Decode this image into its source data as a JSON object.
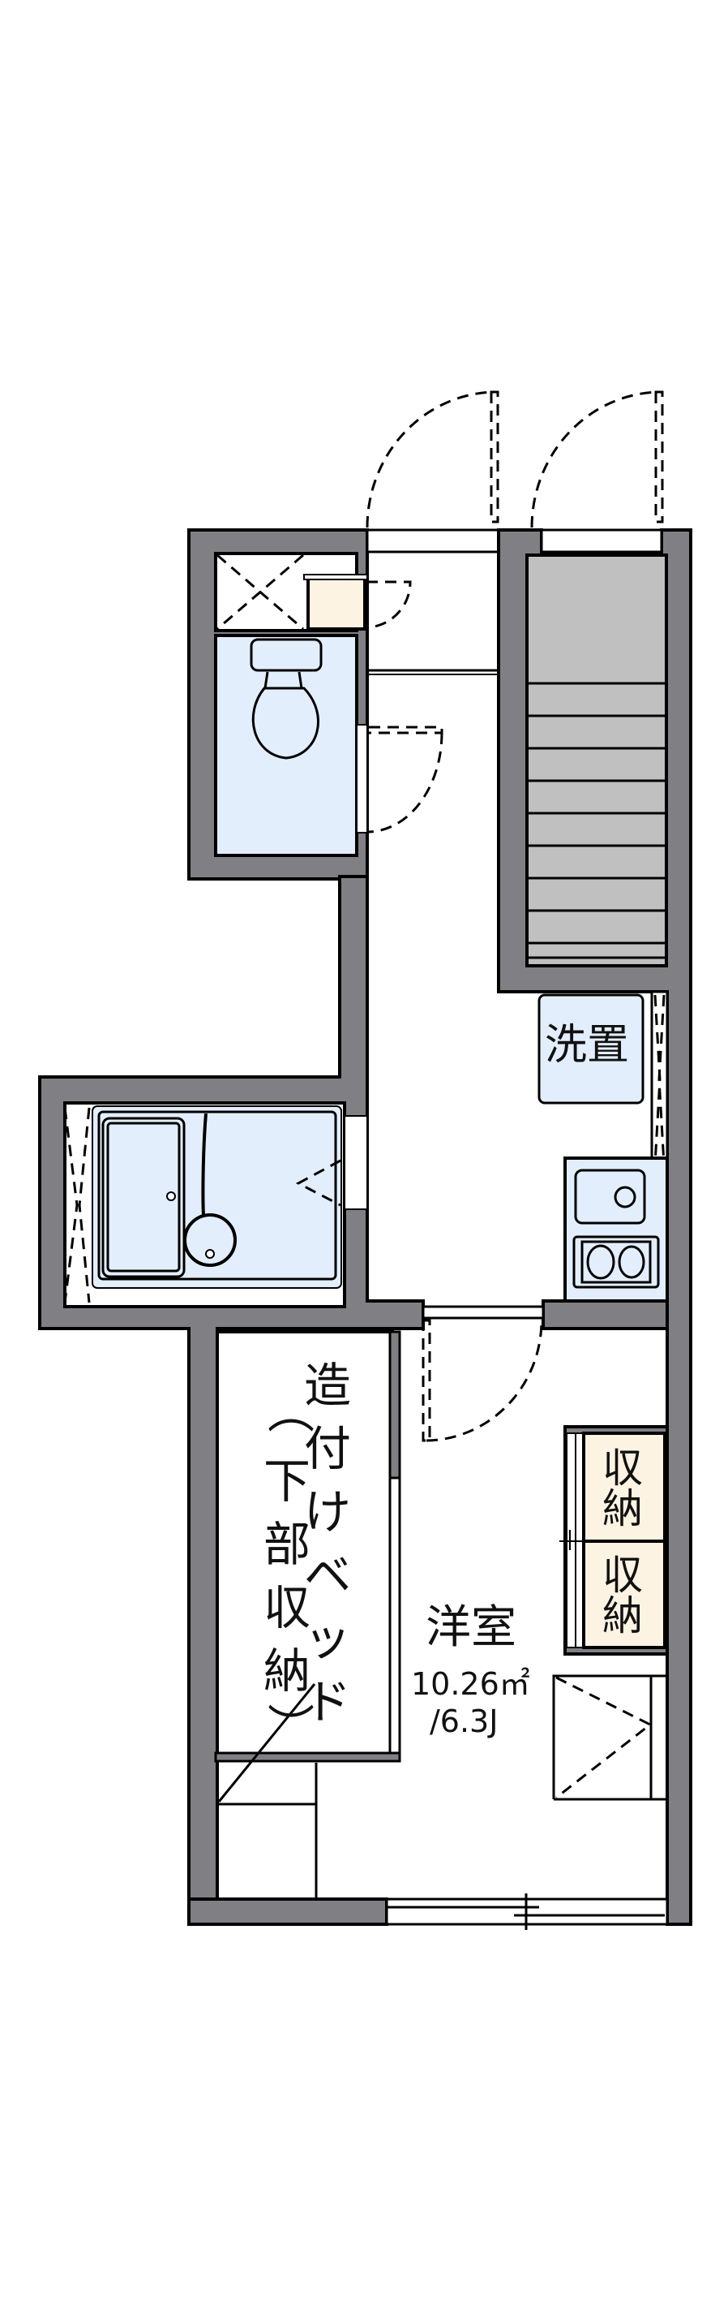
{
  "floor_plan": {
    "rooms": {
      "western_room": {
        "label": "洋室",
        "area": "10.26㎡",
        "tatami": "/6.3J"
      },
      "built_in_bed": {
        "label_col1": [
          "造",
          "付",
          "け",
          "ベ",
          "ッ",
          "ド"
        ],
        "label_col2": [
          "（",
          "下",
          "部",
          "収",
          "納",
          "）"
        ]
      },
      "washer_space": {
        "label": "洗置"
      },
      "storage_1": {
        "label": "収納"
      },
      "storage_2": {
        "label": "収納"
      }
    },
    "colors": {
      "wall": "#808084",
      "stairs": "#c0c0c0",
      "wet_area": "#e3eefc",
      "storage": "#fdf3e2"
    }
  }
}
